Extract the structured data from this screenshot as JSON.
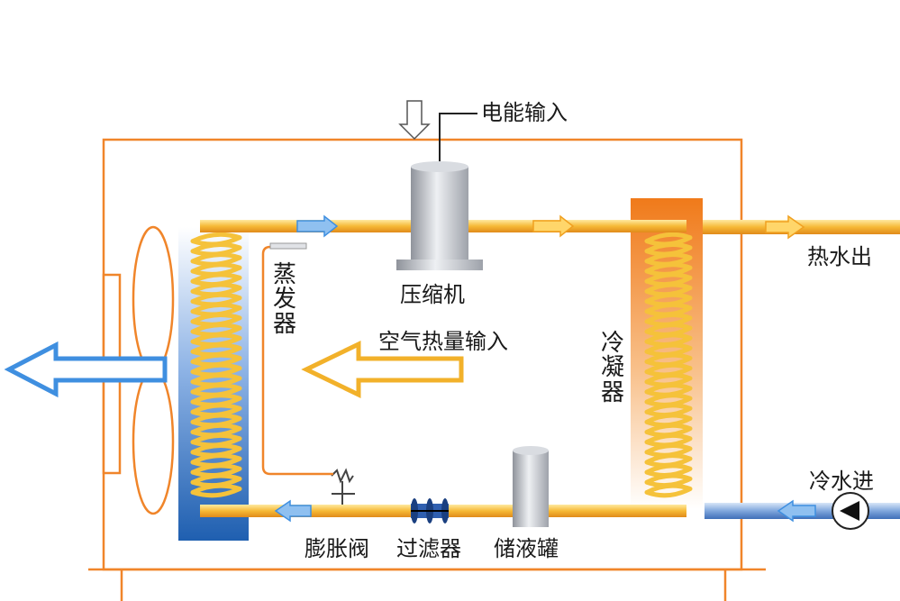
{
  "labels": {
    "power_input": "电能输入",
    "compressor": "压缩机",
    "hot_water_out": "热水出",
    "evaporator": "蒸发器",
    "air_heat_input": "空气热量输入",
    "condenser": "冷凝器",
    "cold_water_in": "冷水进",
    "expansion_valve": "膨胀阀",
    "filter": "过滤器",
    "receiver_tank": "储液罐"
  },
  "colors": {
    "frame": "#f0852a",
    "hot_pipe": "#f6c24a",
    "cold_pipe": "#4a78c0",
    "arrow_blue": "#3f8fe0",
    "evaporator_top": "#ffffff",
    "evaporator_bottom": "#1f5fb0",
    "condenser_top": "#f07a1a",
    "condenser_bottom": "#ffffff",
    "device_gray": "#b8bcc4"
  }
}
